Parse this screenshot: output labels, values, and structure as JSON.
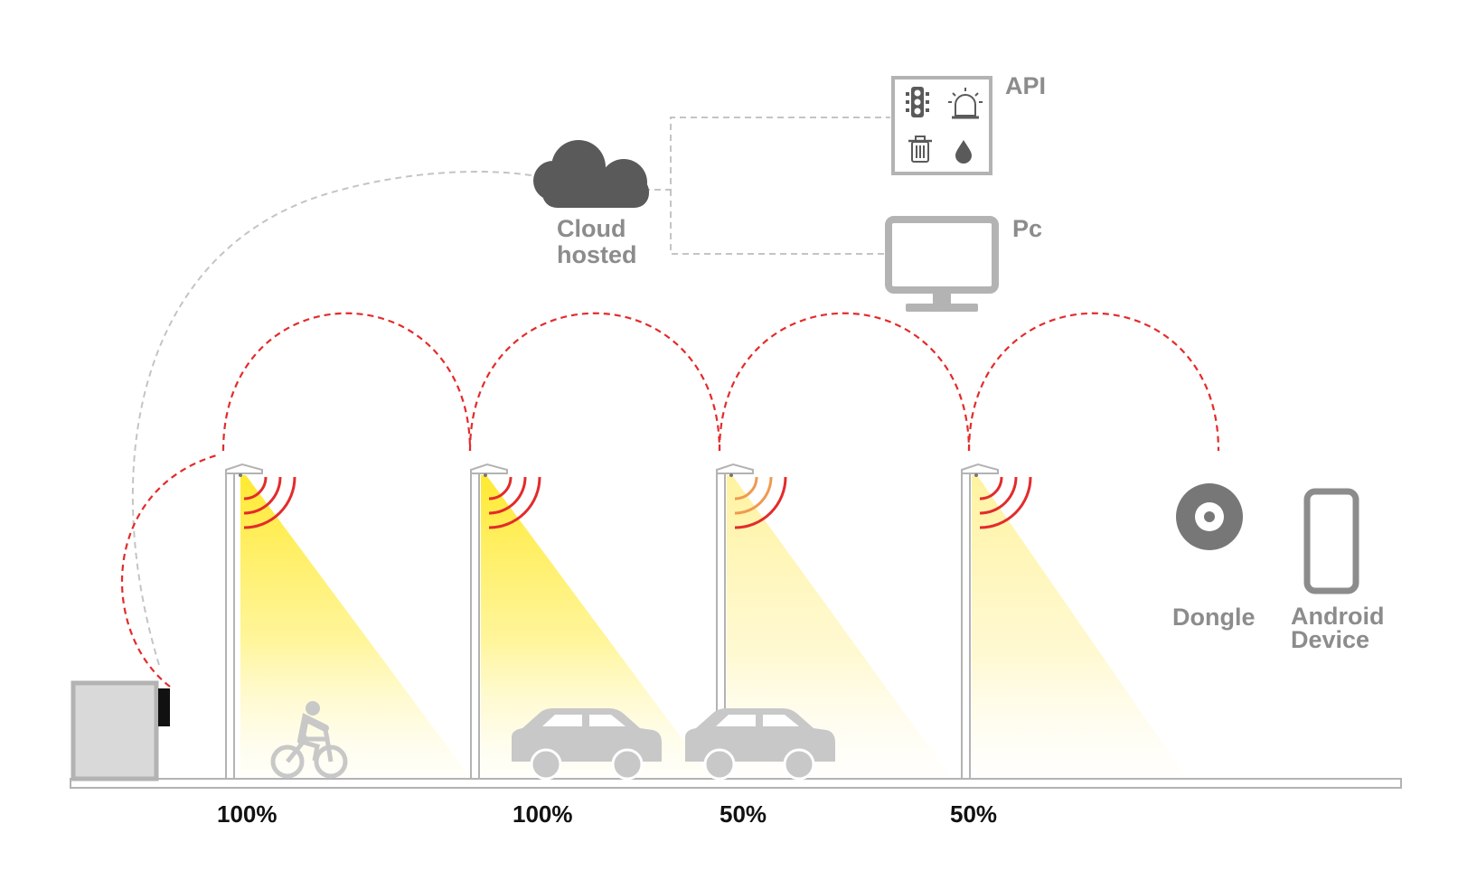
{
  "labels": {
    "cloud_line1": "Cloud",
    "cloud_line2": "hosted",
    "api": "API",
    "pc": "Pc",
    "dongle": "Dongle",
    "android_line1": "Android",
    "android_line2": "Device"
  },
  "poles": [
    {
      "percent": "100%",
      "level": 1.0
    },
    {
      "percent": "100%",
      "level": 1.0
    },
    {
      "percent": "50%",
      "level": 0.5
    },
    {
      "percent": "50%",
      "level": 0.5
    }
  ],
  "api_icons": [
    "traffic-light-icon",
    "siren-icon",
    "trash-bin-icon",
    "water-drop-icon"
  ],
  "colors": {
    "mesh_link": "#e32b2b",
    "cloud_link": "#c4c4c4",
    "light_beam": "#ffe93a",
    "icon_grey": "#5a5a5a",
    "label_grey": "#8c8c8c",
    "device_grey": "#b3b3b3"
  }
}
